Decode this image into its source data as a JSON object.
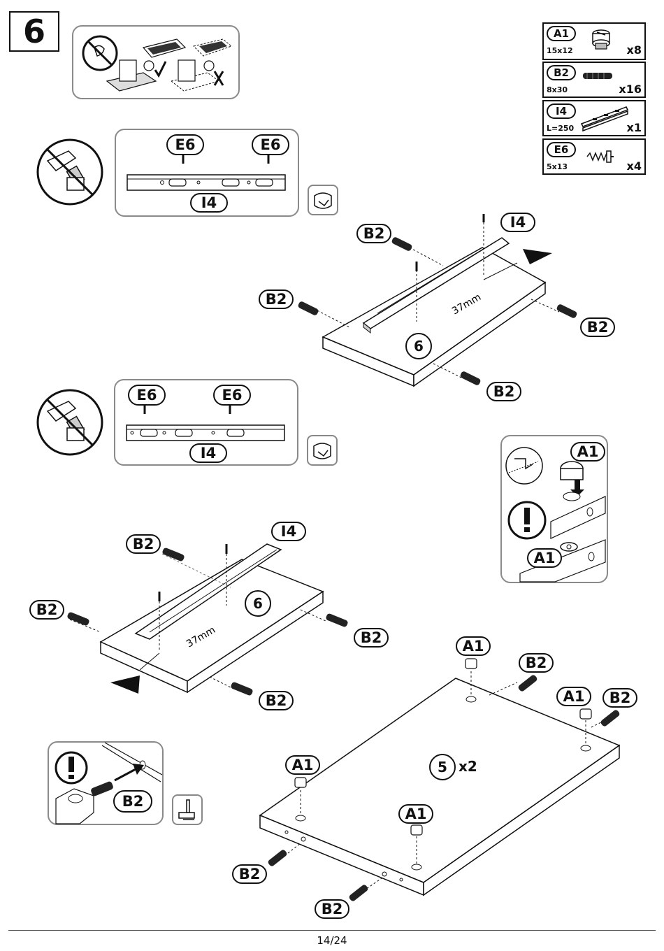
{
  "step": {
    "number": "6"
  },
  "hardware": [
    {
      "id": "A1",
      "size": "15x12",
      "qty": "x8",
      "icon": "cam-lock-icon"
    },
    {
      "id": "B2",
      "size": "8x30",
      "qty": "x16",
      "icon": "wooden-dowel-icon"
    },
    {
      "id": "I4",
      "size": "L=250",
      "qty": "x1",
      "icon": "drawer-slide-icon"
    },
    {
      "id": "E6",
      "size": "5x13",
      "qty": "x4",
      "icon": "screw-icon"
    }
  ],
  "labels": {
    "e6": "E6",
    "i4": "I4",
    "b2": "B2",
    "a1": "A1",
    "panel6": "6",
    "panel5": "5",
    "panel5_qty": "x2",
    "dim_37": "37mm"
  },
  "footer": {
    "page": "14/24"
  },
  "colors": {
    "line": "#111111",
    "panel_border": "#8a8a8a"
  }
}
